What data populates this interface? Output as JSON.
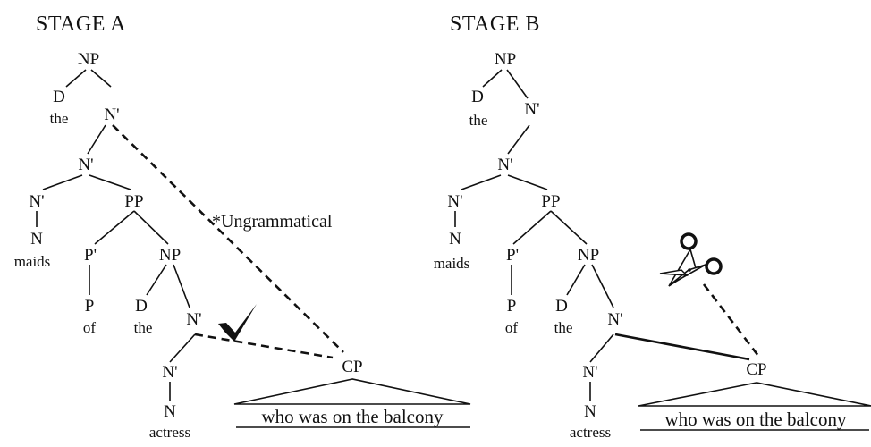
{
  "stage_a": {
    "title": "STAGE A",
    "labels": {
      "np_top": "NP",
      "d_top": "D",
      "the_top": "the",
      "nbar_1": "N'",
      "nbar_2": "N'",
      "nbar_3": "N'",
      "pp": "PP",
      "n_maids": "N",
      "maids": "maids",
      "pbar": "P'",
      "np_low": "NP",
      "p": "P",
      "of": "of",
      "d_low": "D",
      "the_low": "the",
      "nbar_low": "N'",
      "nbar_actress": "N'",
      "n_actress": "N",
      "actress": "actress",
      "cp": "CP"
    },
    "ungrammatical_note": "*Ungrammatical",
    "phrase": "who was on the balcony"
  },
  "stage_b": {
    "title": "STAGE B",
    "labels": {
      "np_top": "NP",
      "d_top": "D",
      "the_top": "the",
      "nbar_1": "N'",
      "nbar_2": "N'",
      "nbar_3": "N'",
      "pp": "PP",
      "n_maids": "N",
      "maids": "maids",
      "pbar": "P'",
      "np_low": "NP",
      "p": "P",
      "of": "of",
      "d_low": "D",
      "the_low": "the",
      "nbar_low": "N'",
      "nbar_actress": "N'",
      "n_actress": "N",
      "actress": "actress",
      "cp": "CP"
    },
    "phrase": "who was on the balcony"
  },
  "icons": {
    "checkmark": "checkmark-icon",
    "scissors": "scissors-icon"
  }
}
